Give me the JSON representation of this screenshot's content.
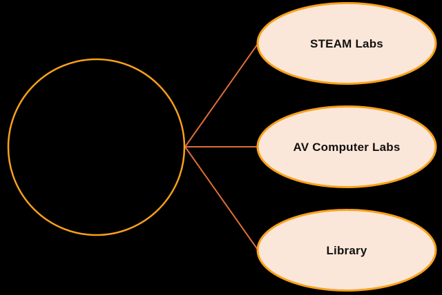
{
  "diagram": {
    "type": "mind-map",
    "background": "#000000",
    "colors": {
      "node_fill": "#FBE7D9",
      "node_stroke": "#F9A11B",
      "connector": "#E06E35",
      "label": "#111111"
    },
    "central_node": {
      "shape": "circle",
      "label": ""
    },
    "branch_nodes": [
      {
        "shape": "ellipse",
        "label": "STEAM Labs"
      },
      {
        "shape": "ellipse",
        "label": "AV Computer Labs"
      },
      {
        "shape": "ellipse",
        "label": "Library"
      }
    ]
  }
}
